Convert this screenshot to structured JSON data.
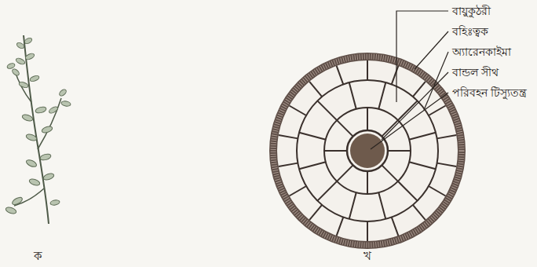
{
  "diagram": {
    "labels": [
      "বায়ুকুঠরী",
      "বহিঃত্বক",
      "অ্যারেনকাইমা",
      "বান্ডল সীথ",
      "পরিবহন টিস্যুতন্ত্র",
      "ক",
      "খ"
    ]
  }
}
